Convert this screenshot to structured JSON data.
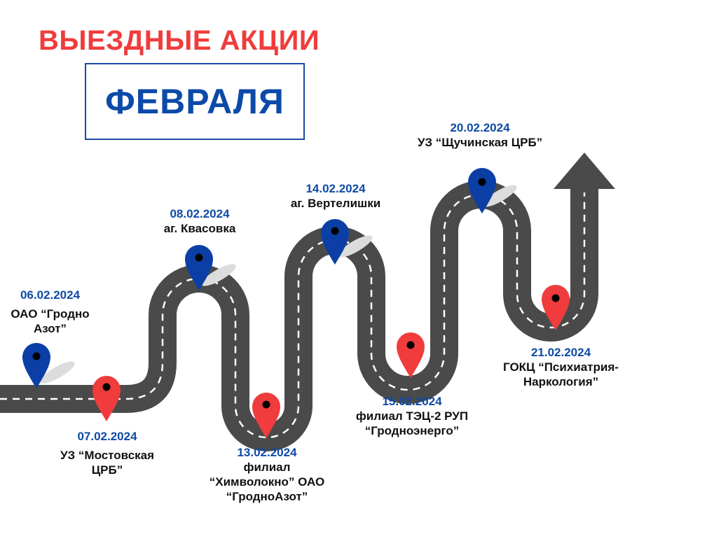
{
  "title": "ВЫЕЗДНЫЕ АКЦИИ",
  "subtitle": "ФЕВРАЛЯ",
  "colors": {
    "title_red": "#f03c3c",
    "date_blue": "#0e4aa6",
    "pin_blue": "#0b3fa6",
    "pin_red": "#f03c3c",
    "road": "#4a4a4a"
  },
  "events": [
    {
      "date": "06.02.2024",
      "text": "ОАО “Гродно Азот”",
      "pin": "blue"
    },
    {
      "date": "07.02.2024",
      "text": "УЗ “Мостовская ЦРБ”",
      "pin": "red"
    },
    {
      "date": "08.02.2024",
      "text": "аг. Квасовка",
      "pin": "blue"
    },
    {
      "date": "13.02.2024",
      "text": "филиал “Химволокно” ОАО “ГродноАзот”",
      "pin": "red"
    },
    {
      "date": "14.02.2024",
      "text": "аг. Вертелишки",
      "pin": "blue"
    },
    {
      "date": "15.02.2024",
      "text": "филиал ТЭЦ-2 РУП “Гродноэнерго”",
      "pin": "red"
    },
    {
      "date": "20.02.2024",
      "text": "УЗ “Щучинская ЦРБ”",
      "pin": "blue"
    },
    {
      "date": "21.02.2024",
      "text": "ГОКЦ “Психиатрия-Наркология”",
      "pin": "red"
    }
  ]
}
